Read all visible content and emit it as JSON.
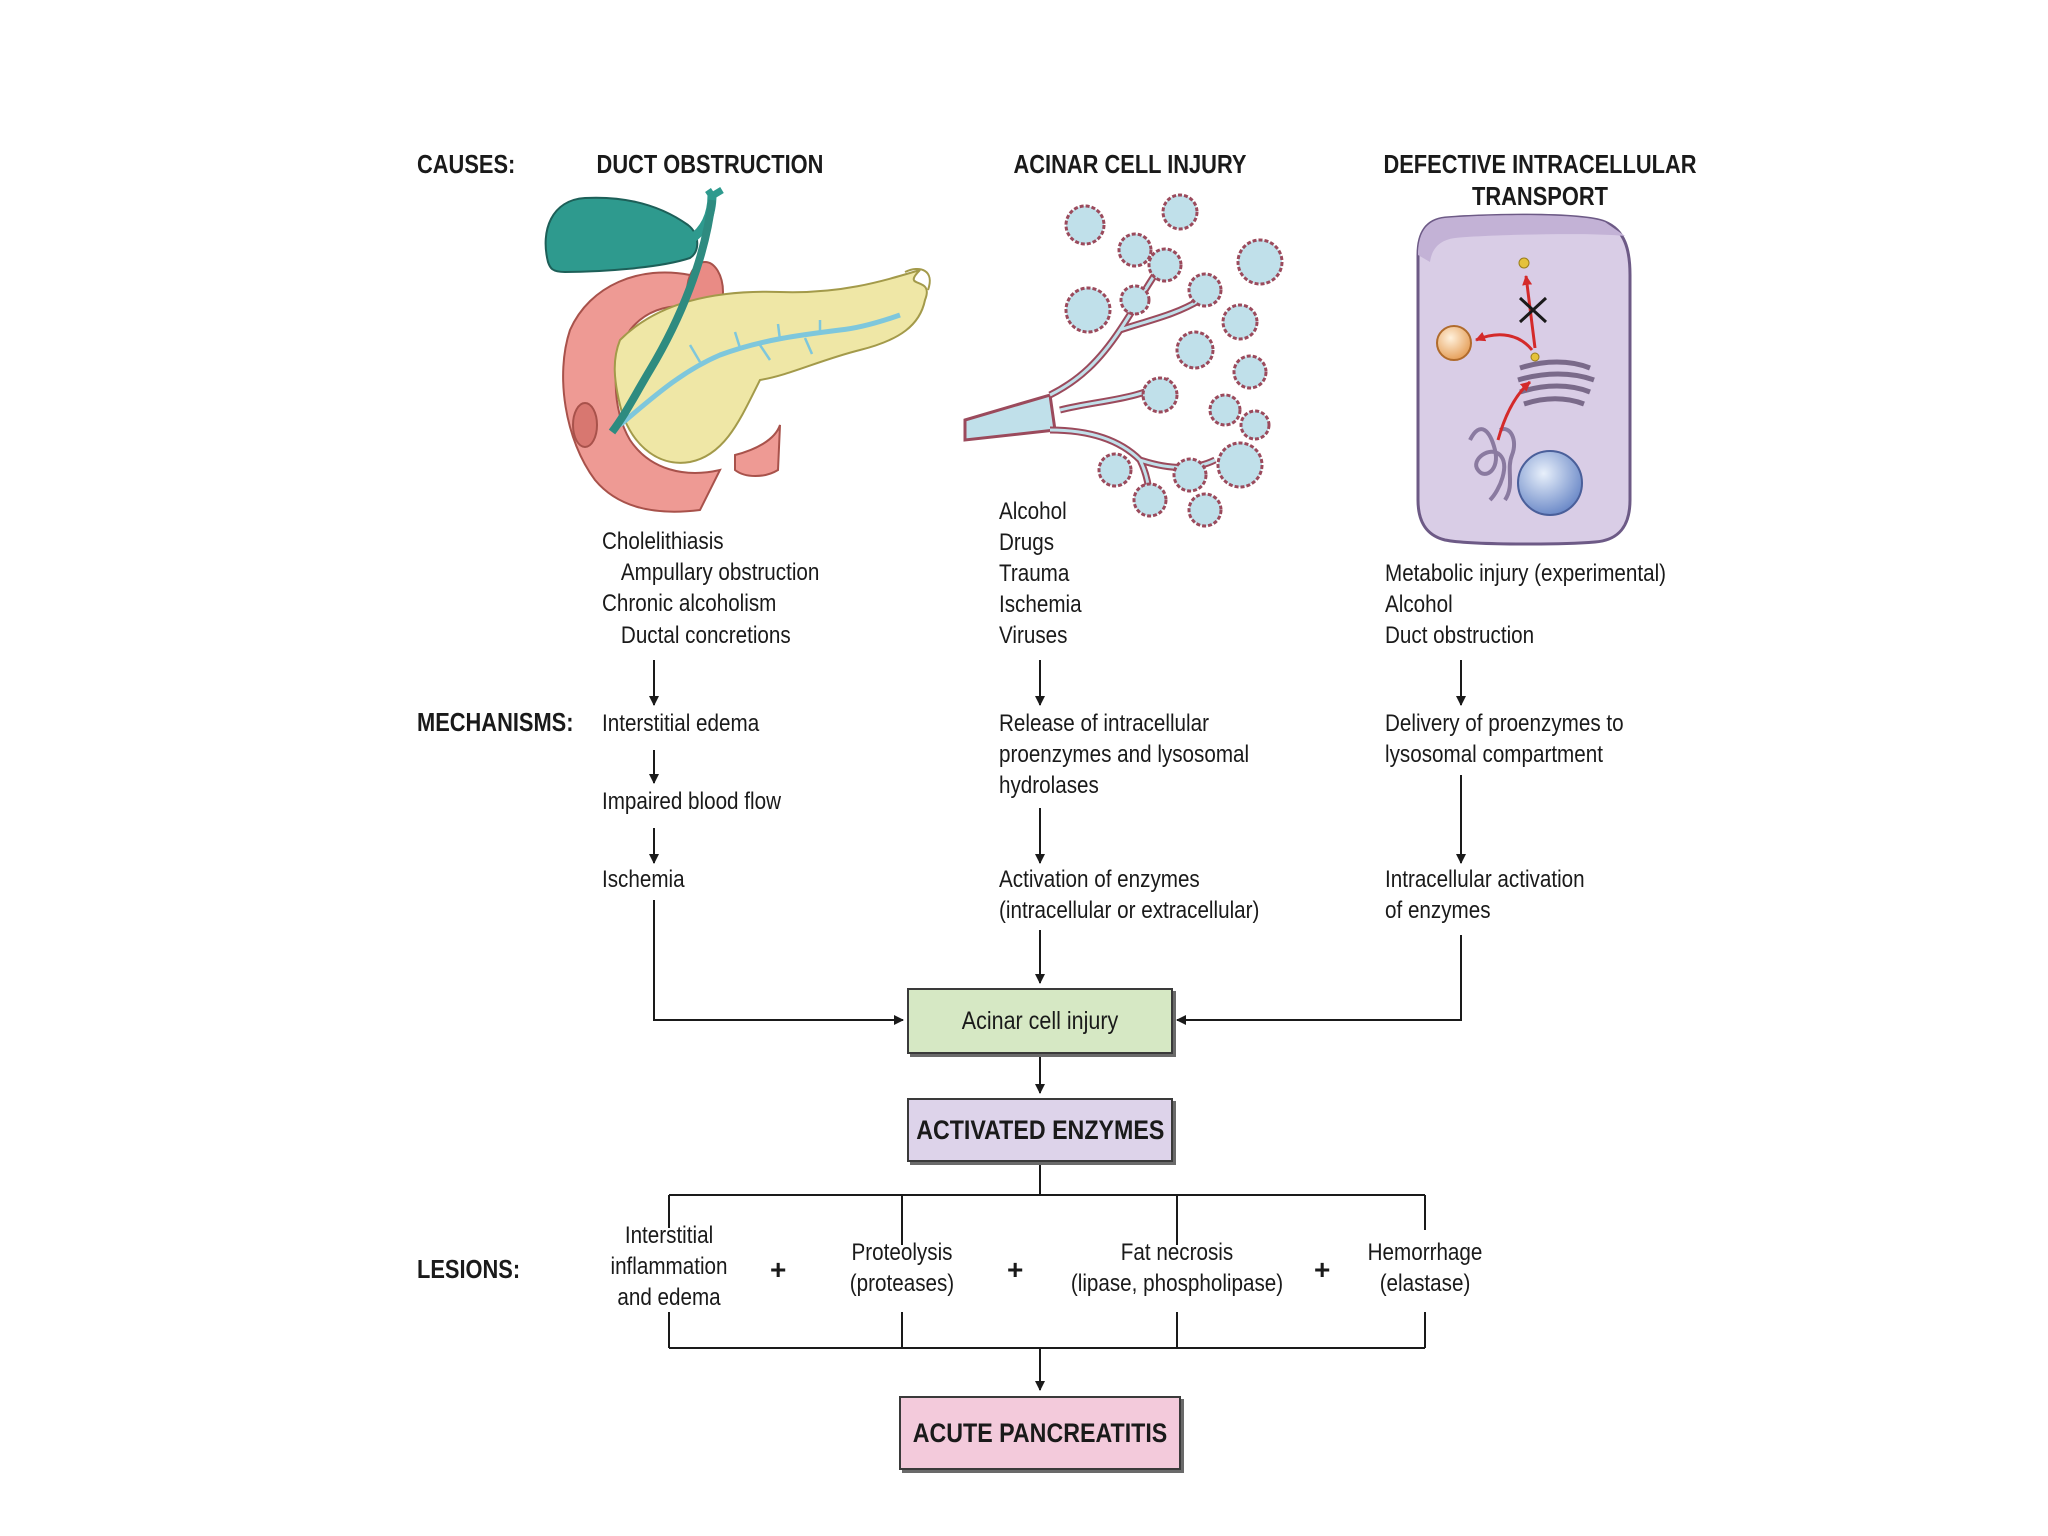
{
  "labels": {
    "causes": "CAUSES:",
    "mechanisms": "MECHANISMS:",
    "lesions": "LESIONS:"
  },
  "columns": [
    {
      "title": "DUCT OBSTRUCTION",
      "causes": [
        "Cholelithiasis",
        "Ampullary obstruction",
        "Chronic alcoholism",
        "Ductal concretions"
      ],
      "mechanisms": [
        "Interstitial edema",
        "Impaired blood flow",
        "Ischemia"
      ]
    },
    {
      "title": "ACINAR CELL INJURY",
      "causes": [
        "Alcohol",
        "Drugs",
        "Trauma",
        "Ischemia",
        "Viruses"
      ],
      "mechanisms": [
        "Release of intracellular\nproenzymes and lysosomal\nhydrolases",
        "Activation of enzymes\n(intracellular or extracellular)"
      ]
    },
    {
      "title": "DEFECTIVE INTRACELLULAR\nTRANSPORT",
      "causes": [
        "Metabolic injury (experimental)",
        "Alcohol",
        "Duct obstruction"
      ],
      "mechanisms": [
        "Delivery of proenzymes to\nlysosomal compartment",
        "Intracellular activation\nof enzymes"
      ]
    }
  ],
  "boxes": {
    "acinar_injury": "Acinar cell injury",
    "activated_enzymes": "ACTIVATED ENZYMES",
    "acute_pancreatitis": "ACUTE PANCREATITIS"
  },
  "lesions": [
    "Interstitial\ninflammation\nand edema",
    "Proteolysis\n(proteases)",
    "Fat necrosis\n(lipase, phospholipase)",
    "Hemorrhage\n(elastase)"
  ],
  "plus_sign": "+",
  "colors": {
    "acinar_box": "#d6e8c4",
    "enzymes_box": "#ddd3ea",
    "pancreatitis_box": "#f3cadb",
    "pancreas": "#efe7a6",
    "duodenum": "#ee9a94",
    "gallbladder": "#2e9a8e",
    "acinus": "#c0e0ea",
    "cell": "#d9cde6"
  }
}
